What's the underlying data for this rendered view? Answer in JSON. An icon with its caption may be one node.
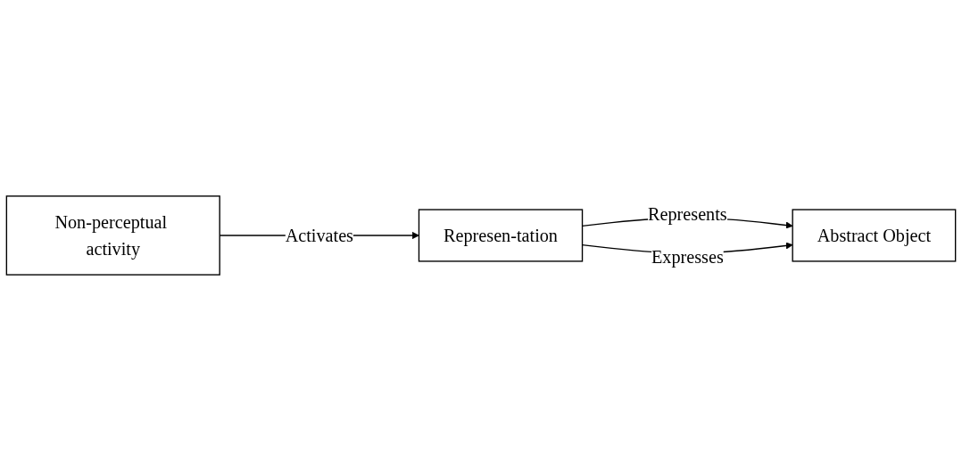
{
  "diagram": {
    "nodes": [
      {
        "text": [
          "Non-perceptual activity"
        ]
      },
      {
        "text": [
          "Represen-tation"
        ]
      },
      {
        "text": [
          "Abstract Object"
        ]
      }
    ],
    "edges": [
      {
        "from": 0,
        "to": 1,
        "arrow": "to",
        "label": "Activates"
      },
      {
        "from": 1,
        "to": 2,
        "arrow": "to",
        "label": "Represents"
      },
      {
        "from": 1,
        "to": 2,
        "arrow": "to",
        "label": "Expresses"
      }
    ]
  }
}
